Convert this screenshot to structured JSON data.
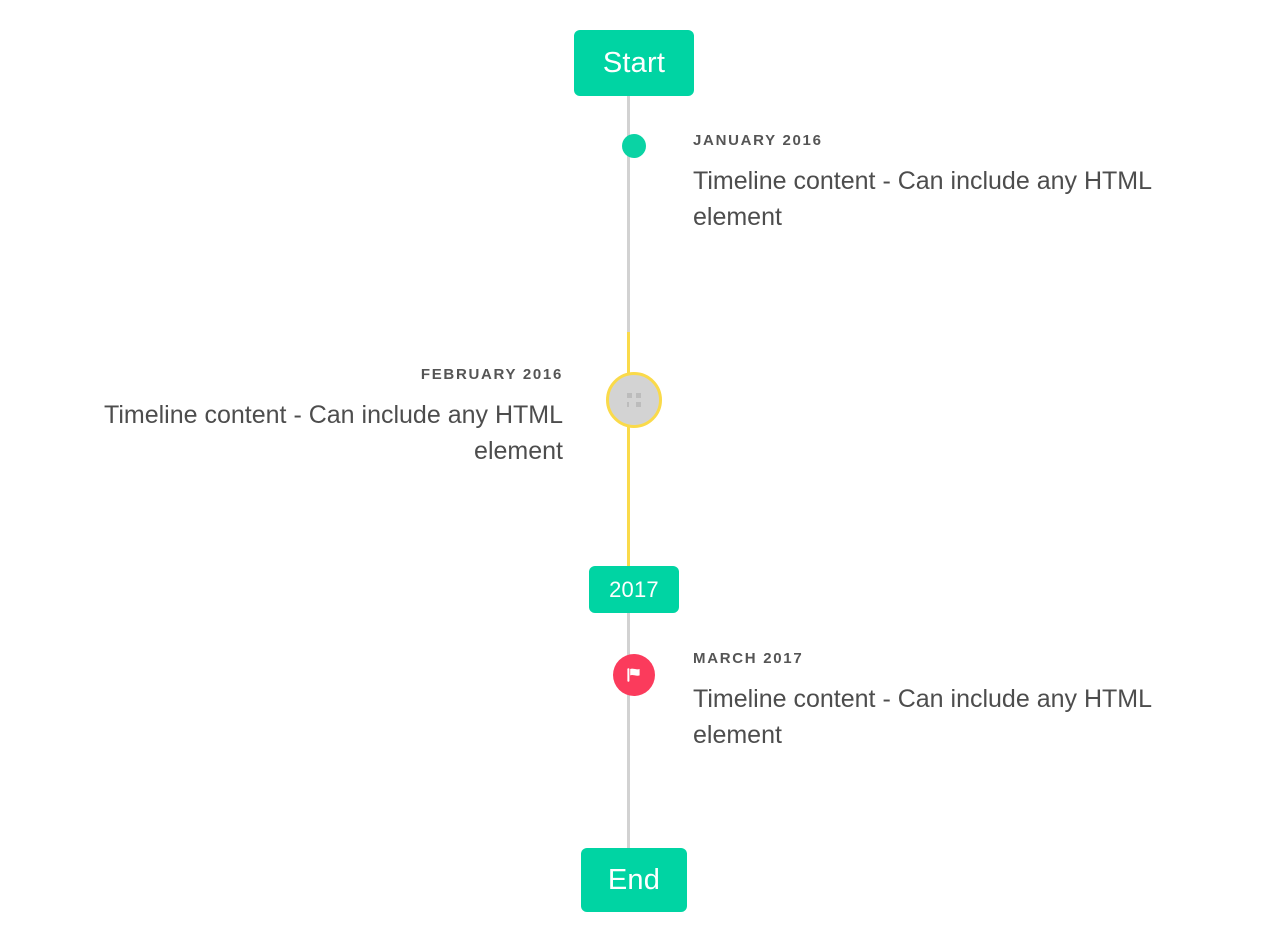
{
  "colors": {
    "accent_green": "#00d4a3",
    "marker_green": "#0ad3a4",
    "rail_gray": "#d2d2d2",
    "rail_yellow": "#fada4a",
    "marker_pink": "#fb3b5c",
    "marker_gray_fill": "#d3d3d3",
    "date_text": "#555555",
    "body_text": "#4d4d4d",
    "background": "#ffffff"
  },
  "timeline": {
    "start_cap": {
      "label": "Start",
      "icon": "start-cap"
    },
    "mid_cap": {
      "label": "2017",
      "icon": "year-cap"
    },
    "end_cap": {
      "label": "End",
      "icon": "end-cap"
    },
    "events": [
      {
        "date": "JANUARY 2016",
        "content": "Timeline content - Can include any HTML element",
        "side": "right",
        "marker": "dot-icon"
      },
      {
        "date": "FEBRUARY 2016",
        "content": "Timeline content - Can include any HTML element",
        "side": "left",
        "marker": "broken-image-icon"
      },
      {
        "date": "MARCH 2017",
        "content": "Timeline content - Can include any HTML element",
        "side": "right",
        "marker": "flag-icon"
      }
    ]
  }
}
